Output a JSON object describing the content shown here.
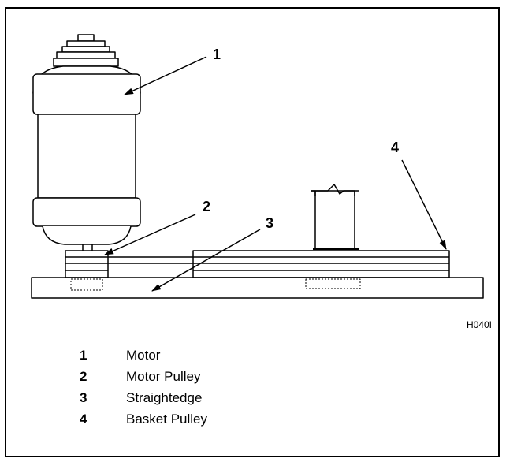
{
  "callouts": {
    "c1": "1",
    "c2": "2",
    "c3": "3",
    "c4": "4"
  },
  "figure_code": "H040I",
  "legend": [
    {
      "number": "1",
      "label": "Motor"
    },
    {
      "number": "2",
      "label": "Motor Pulley"
    },
    {
      "number": "3",
      "label": "Straightedge"
    },
    {
      "number": "4",
      "label": "Basket Pulley"
    }
  ]
}
